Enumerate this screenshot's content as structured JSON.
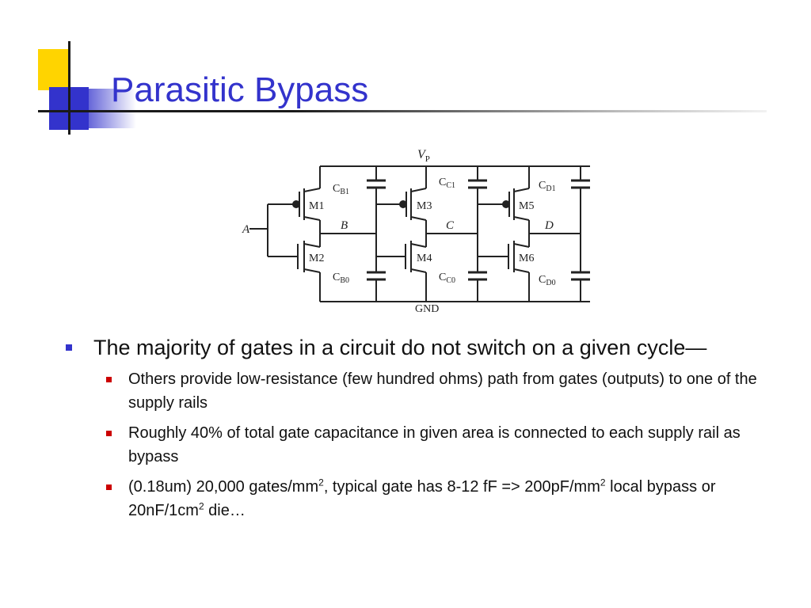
{
  "slide": {
    "title": "Parasitic Bypass"
  },
  "circuit": {
    "labels": {
      "vp": "V",
      "vp_sub": "P",
      "gnd": "GND",
      "node_a": "A",
      "node_b": "B",
      "node_c": "C",
      "node_d": "D",
      "m1": "M1",
      "m2": "M2",
      "m3": "M3",
      "m4": "M4",
      "m5": "M5",
      "m6": "M6",
      "cb1": "C",
      "cb1_sub": "B1",
      "cb0": "C",
      "cb0_sub": "B0",
      "cc1": "C",
      "cc1_sub": "C1",
      "cc0": "C",
      "cc0_sub": "C0",
      "cd1": "C",
      "cd1_sub": "D1",
      "cd0": "C",
      "cd0_sub": "D0"
    }
  },
  "bullets": {
    "main": "The majority of gates in a circuit do not switch on a given cycle—",
    "sub1": "Others provide low-resistance (few hundred ohms) path from gates (outputs) to one of the supply rails",
    "sub2": "Roughly 40% of total gate capacitance in given area is connected to each supply rail as bypass",
    "sub3_a": "(0.18um) 20,000 gates/mm",
    "sub3_sup1": "2",
    "sub3_b": ", typical gate has 8-12 fF => 200pF/mm",
    "sub3_sup2": "2",
    "sub3_c": " local bypass or 20nF/1cm",
    "sub3_sup3": "2",
    "sub3_d": " die…"
  }
}
